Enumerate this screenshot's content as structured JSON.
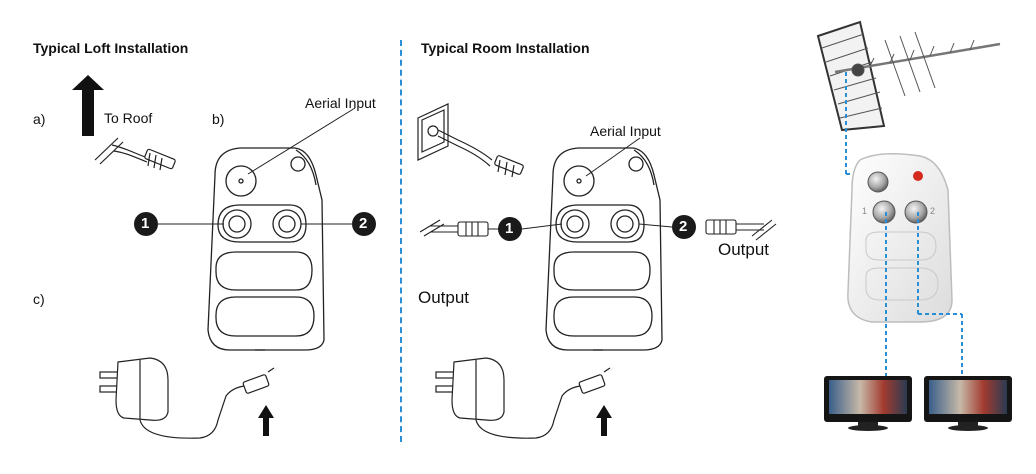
{
  "left_panel": {
    "heading": "Typical Loft Installation",
    "step_a": "a)",
    "step_b": "b)",
    "step_c": "c)",
    "to_roof": "To Roof",
    "aerial_input": "Aerial Input",
    "port1": "1",
    "port2": "2"
  },
  "right_panel": {
    "heading": "Typical Room Installation",
    "aerial_input": "Aerial Input",
    "output_left": "Output",
    "output_right": "Output",
    "port1": "1",
    "port2": "2"
  },
  "photo_panel": {
    "port1": "1",
    "port2": "2"
  },
  "colors": {
    "divider": "#2b8fd6",
    "line": "#222222",
    "badge": "#1a1a1a",
    "amp_shadow": "#d9d9d9"
  }
}
